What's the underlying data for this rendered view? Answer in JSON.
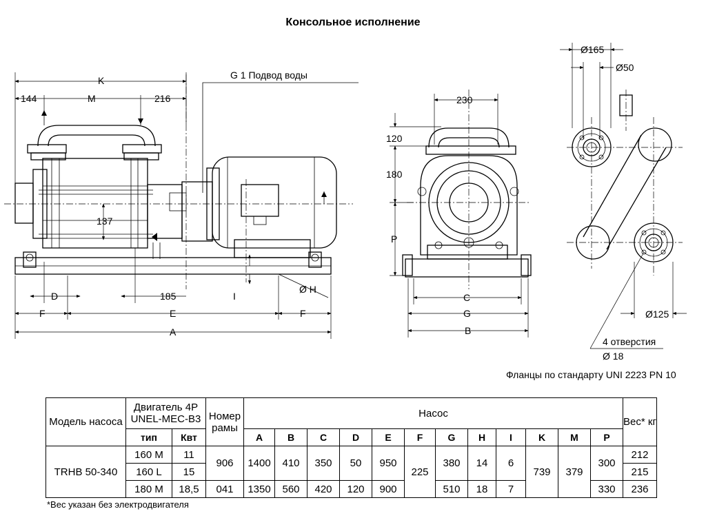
{
  "title": "Консольное исполнение",
  "drawing": {
    "labels": {
      "K": "K",
      "M": "M",
      "dim_144": "144",
      "dim_216": "216",
      "water": "G 1 Подвод воды",
      "dim_137": "137",
      "D": "D",
      "dim_185": "185",
      "I": "I",
      "H": "Ø H",
      "F_left": "F",
      "E": "E",
      "F_right": "F",
      "A": "A",
      "dim_230": "230",
      "dim_120": "120",
      "dim_180": "180",
      "P": "P",
      "C": "C",
      "G": "G",
      "B": "B",
      "d165": "Ø165",
      "d50": "Ø50",
      "d125": "Ø125",
      "holes": "4 отверстия",
      "d18": "Ø 18"
    }
  },
  "flanges_note": "Фланцы по стандарту UNI 2223 PN 10",
  "table": {
    "h_model": "Модель насоса",
    "h_motor": "Двигатель 4P UNEL-MEC-B3",
    "h_frame": "Номер рамы",
    "h_pump": "Насос",
    "h_weight": "Вес* кг",
    "h_type": "тип",
    "h_kw": "Квт",
    "cols": [
      "A",
      "B",
      "C",
      "D",
      "E",
      "F",
      "G",
      "H",
      "I",
      "K",
      "M",
      "P"
    ],
    "model": "TRHB 50-340",
    "types": [
      "160 M",
      "160 L",
      "180 M"
    ],
    "kw": [
      "11",
      "15",
      "18,5"
    ],
    "frames": [
      "906",
      "041"
    ],
    "A": [
      "1400",
      "1350"
    ],
    "B": [
      "410",
      "560"
    ],
    "C": [
      "350",
      "420"
    ],
    "D": [
      "50",
      "120"
    ],
    "E": [
      "950",
      "900"
    ],
    "F": "225",
    "G": [
      "380",
      "510"
    ],
    "H": [
      "14",
      "18"
    ],
    "I": [
      "6",
      "7"
    ],
    "K": "739",
    "M": "379",
    "P": [
      "300",
      "330"
    ],
    "weights": [
      "212",
      "215",
      "236"
    ]
  },
  "footnote": "*Вес указан без электродвигателя"
}
